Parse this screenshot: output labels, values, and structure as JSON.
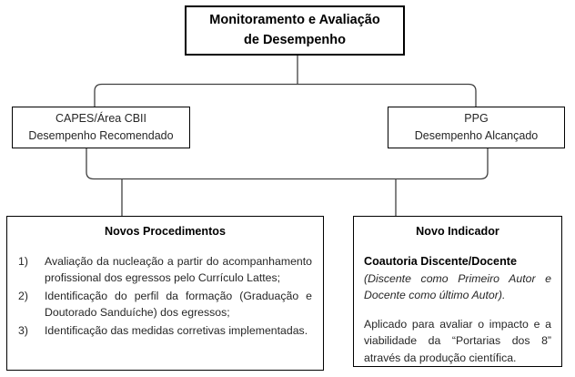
{
  "diagram": {
    "title_box": {
      "line1": "Monitoramento e Avaliação",
      "line2": "de Desempenho"
    },
    "capes_box": {
      "line1": "CAPES/Área CBII",
      "line2": "Desempenho Recomendado"
    },
    "ppg_box": {
      "line1": "PPG",
      "line2": "Desempenho Alcançado"
    },
    "procedures_box": {
      "title": "Novos Procedimentos",
      "items": [
        {
          "num": "1)",
          "text": "Avaliação da nucleação a partir do acompanhamento profissional dos egressos pelo Currículo Lattes;"
        },
        {
          "num": "2)",
          "text": "Identificação do perfil da formação (Graduação e Doutorado Sanduíche) dos egressos;"
        },
        {
          "num": "3)",
          "text": "Identificação das medidas corretivas implementadas."
        }
      ]
    },
    "indicator_box": {
      "title": "Novo Indicador",
      "subtitle": "Coautoria Discente/Docente",
      "subtitle_note": "(Discente como Primeiro Autor e Docente como último Autor).",
      "body": "Aplicado para avaliar o impacto e a viabilidade da “Portarias dos 8” através da produção científica."
    },
    "colors": {
      "background": "#ffffff",
      "box_border": "#000000",
      "connector": "#404040",
      "text": "#262626"
    }
  }
}
